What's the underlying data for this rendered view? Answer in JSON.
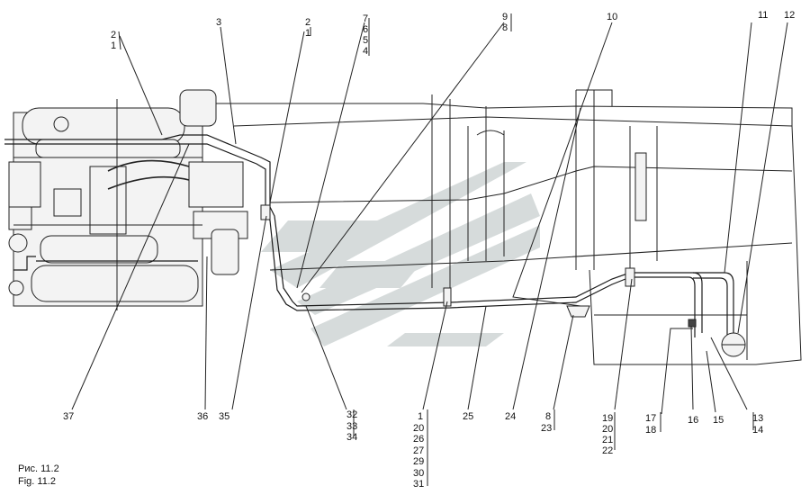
{
  "caption": {
    "line1": "Рис. 11.2",
    "line2": "Fig. 11.2"
  },
  "labels": {
    "top_2a": "2",
    "top_1a": "1",
    "top_3": "3",
    "top_2b": "2",
    "top_1b": "1",
    "top_7": "7",
    "top_6": "6",
    "top_5": "5",
    "top_4": "4",
    "top_9": "9",
    "top_8": "8",
    "top_10": "10",
    "top_11": "11",
    "top_12": "12",
    "bot_37": "37",
    "bot_36": "36",
    "bot_35": "35",
    "bot_32": "32",
    "bot_33": "33",
    "bot_34": "34",
    "bot_1": "1",
    "bot_20": "20",
    "bot_26": "26",
    "bot_27": "27",
    "bot_29": "29",
    "bot_30": "30",
    "bot_31": "31",
    "bot_25": "25",
    "bot_24": "24",
    "bot_8": "8",
    "bot_23": "23",
    "bot_19": "19",
    "bot_20b": "20",
    "bot_21": "21",
    "bot_22": "22",
    "bot_17": "17",
    "bot_18": "18",
    "bot_16": "16",
    "bot_15": "15",
    "bot_13": "13",
    "bot_14": "14"
  },
  "colors": {
    "line": "#222222",
    "watermark": "#c8cfd0"
  }
}
